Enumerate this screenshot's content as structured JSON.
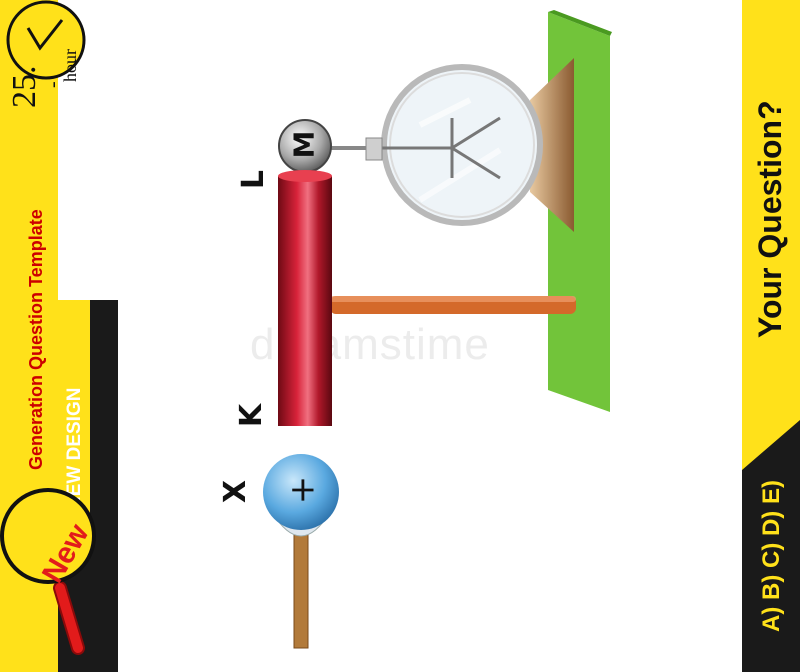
{
  "timer": {
    "value": "25.",
    "unit": "hour",
    "minus": "-"
  },
  "template_label": "Generation Question Template",
  "new_design_label": "NEW DESIGN",
  "new_badge": "New",
  "question_title": "Your Question?",
  "answer_options": "A) B) C) D) E)",
  "watermark": "dreamstime",
  "diagram": {
    "labels": {
      "l": "L",
      "m": "M",
      "k": "K",
      "x": "X",
      "plus": "+"
    }
  },
  "colors": {
    "banner_yellow": "#ffe11a",
    "dark_strip": "#1a1a1a",
    "wall_green": "#72c43a",
    "rod_red": "#b0182a",
    "support_orange": "#d4692a",
    "sphere_blue": "#5aa9e0"
  }
}
